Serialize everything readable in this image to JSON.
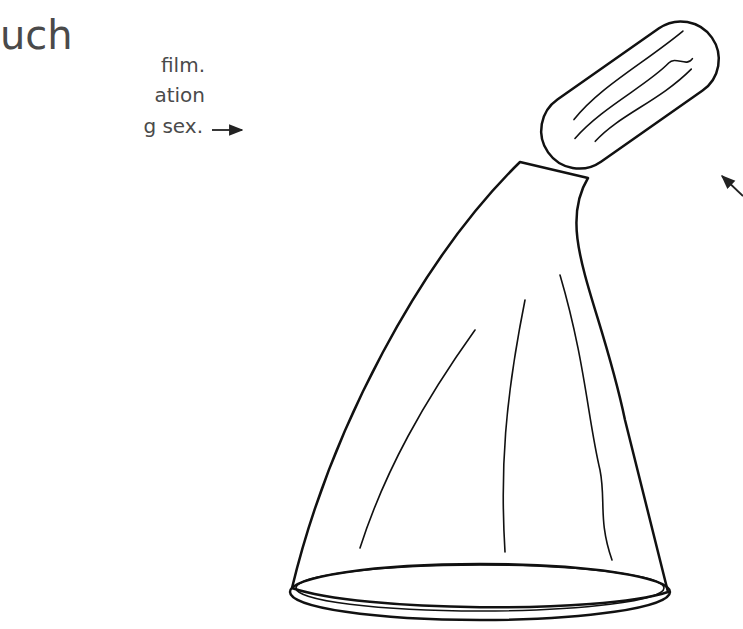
{
  "diagram": {
    "labels": [
      "uch",
      "film.",
      "ation",
      "g sex."
    ]
  }
}
